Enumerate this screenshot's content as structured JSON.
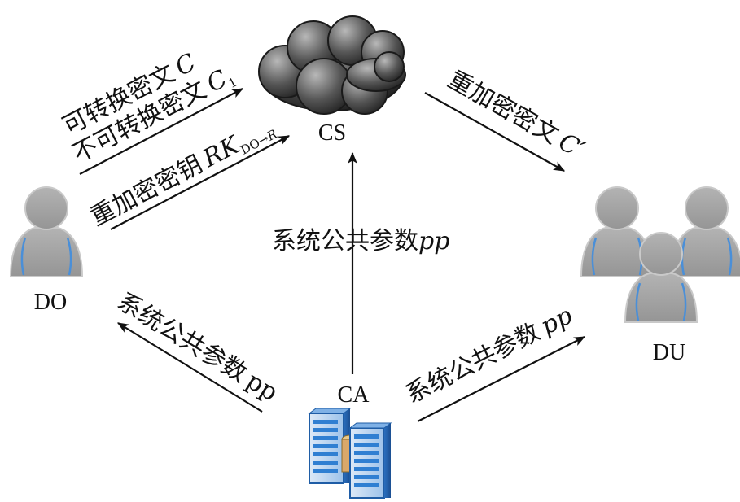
{
  "nodes": {
    "cs": "CS",
    "do": "DO",
    "du": "DU",
    "ca": "CA"
  },
  "edges": {
    "do_to_cs_line1": {
      "text": "可转换密文",
      "var": "C"
    },
    "do_to_cs_line2": {
      "text": "不可转换密文",
      "var": "C",
      "sub": "1"
    },
    "do_to_cs_rekey": {
      "text": "重加密密钥",
      "var": "RK",
      "sub_from": "DO",
      "sub_arrow": "→",
      "sub_to": "R"
    },
    "cs_to_du": {
      "text": "重加密密文",
      "var": "C′"
    },
    "ca_to_cs": {
      "text": "系统公共参数",
      "var": "pp"
    },
    "ca_to_do": {
      "text": "系统公共参数",
      "var": "pp"
    },
    "ca_to_du": {
      "text": "系统公共参数",
      "var": "pp"
    }
  },
  "colors": {
    "ink": "#111111",
    "user_fill": "#a9a9a9",
    "user_stroke": "#c8c8c8",
    "user_accent": "#4a8fd8",
    "cloud_dark": "#3d3d3d",
    "server_blue": "#2f7fd2"
  }
}
